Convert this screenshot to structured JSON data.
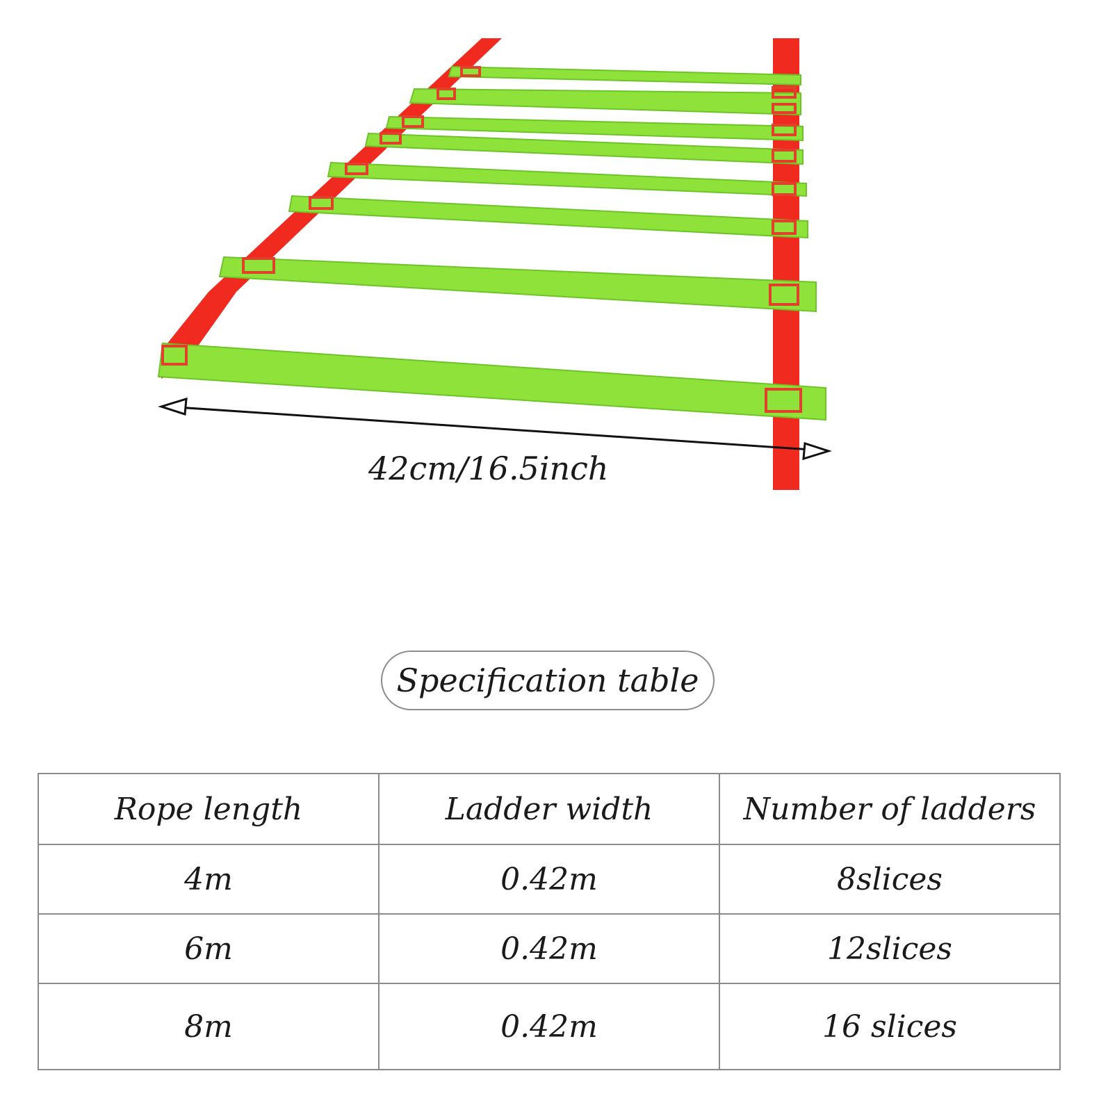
{
  "dimension_label": "42cm/16.5inch",
  "spec_title": "Specification table",
  "table": {
    "headers": [
      "Rope length",
      "Ladder width",
      "Number of ladders"
    ],
    "rows": [
      [
        "4m",
        "0.42m",
        "8slices"
      ],
      [
        "6m",
        "0.42m",
        "12slices"
      ],
      [
        "8m",
        "0.42m",
        "16 slices"
      ]
    ]
  },
  "colors": {
    "strap": "#f02a1e",
    "rung": "#8ee23a",
    "rung_edge": "#6cc428",
    "arrow": "#111111"
  }
}
